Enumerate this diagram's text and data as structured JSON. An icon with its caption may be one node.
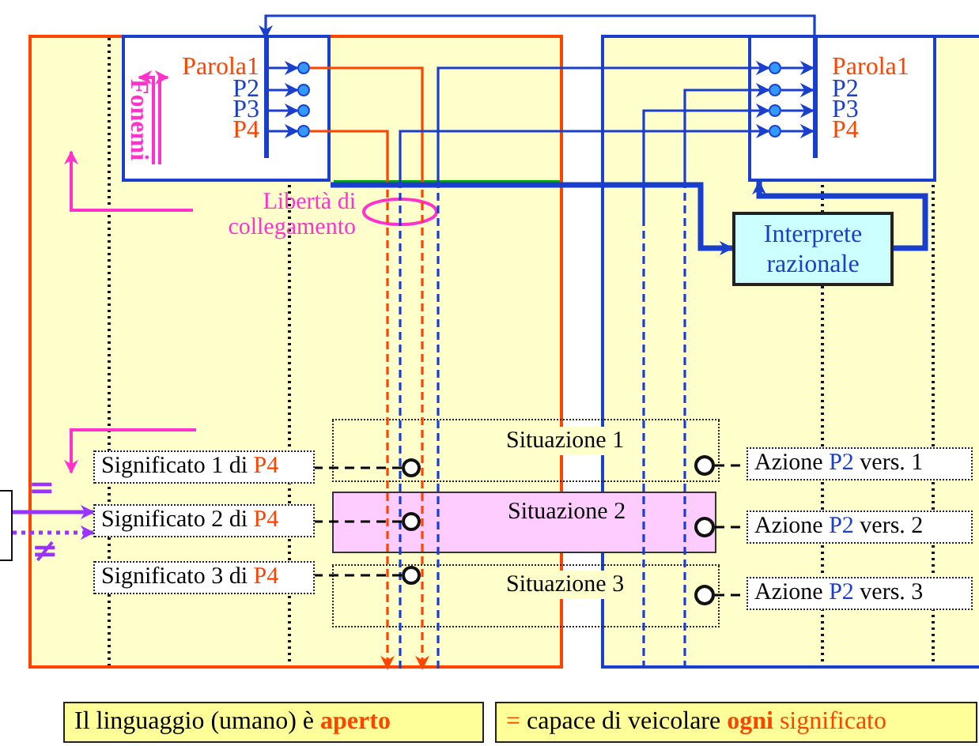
{
  "diagram": {
    "nodes": [
      {
        "text": [],
        "shape": "box"
      },
      {
        "text": [],
        "shape": "box"
      },
      {
        "text": [],
        "shape": "box",
        "in": 0
      },
      {
        "text": [
          "Parola1"
        ],
        "in": 2
      },
      {
        "text": [
          "P2"
        ],
        "in": 2
      },
      {
        "text": [
          "P3"
        ],
        "in": 2
      },
      {
        "text": [
          "P4"
        ],
        "in": 2
      },
      {
        "text": [],
        "shape": "box",
        "in": 1
      },
      {
        "text": [
          "Parola1"
        ],
        "in": 7
      },
      {
        "text": [
          "P2"
        ],
        "in": 7
      },
      {
        "text": [
          "P3"
        ],
        "in": 7
      },
      {
        "text": [
          "P4"
        ],
        "in": 7
      },
      {
        "text": [
          "Interprete razionale"
        ],
        "in": 1
      },
      {
        "text": [
          "Situazione 1"
        ]
      },
      {
        "text": [
          "Significato 1 di",
          "P4"
        ],
        "in": 0
      },
      {
        "text": [],
        "shape": "circle",
        "in": 0
      },
      {
        "text": [],
        "shape": "circle",
        "in": 1
      },
      {
        "text": [
          "Azione",
          "P2",
          "vers. 1"
        ],
        "in": 1
      },
      {
        "text": [
          "Situazione 2"
        ]
      },
      {
        "text": [
          "Significato 2 di",
          "P4"
        ],
        "in": 0
      },
      {
        "text": [],
        "shape": "circle",
        "in": 0
      },
      {
        "text": [],
        "shape": "circle",
        "in": 1
      },
      {
        "text": [
          "Azione",
          "P2",
          "vers. 2"
        ],
        "in": 1
      },
      {
        "text": [
          "Situazione 3"
        ]
      },
      {
        "text": [
          "Significato 3 di",
          "P4"
        ],
        "in": 0
      },
      {
        "text": [],
        "shape": "circle",
        "in": 0
      },
      {
        "text": [],
        "shape": "circle",
        "in": 1
      },
      {
        "text": [
          "Azione",
          "P2",
          "vers. 3"
        ],
        "in": 1
      },
      {
        "text": [],
        "shape": "box"
      },
      {
        "text": [
          "Il linguaggio (umano) è",
          "aperto"
        ]
      },
      {
        "text": [
          "=",
          "capace di veicolare",
          "ogni",
          "significato"
        ]
      },
      {
        "text": [],
        "shape": "bar",
        "in": 2
      },
      {
        "text": [],
        "shape": "circle",
        "in": 2
      },
      {
        "text": [],
        "shape": "circle",
        "in": 2
      },
      {
        "text": [],
        "shape": "circle",
        "in": 2
      },
      {
        "text": [],
        "shape": "circle",
        "in": 2
      },
      {
        "text": [],
        "shape": "bar",
        "in": 7
      },
      {
        "text": [],
        "shape": "circle",
        "in": 7
      },
      {
        "text": [],
        "shape": "circle",
        "in": 7
      },
      {
        "text": [],
        "shape": "circle",
        "in": 7
      },
      {
        "text": [],
        "shape": "circle",
        "in": 7
      }
    ],
    "edges": [
      {
        "from": 36,
        "to": 31,
        "arrow": "to"
      },
      {
        "from": 31,
        "to": 32,
        "arrow": "to"
      },
      {
        "from": 31,
        "to": 33,
        "arrow": "to"
      },
      {
        "from": 31,
        "to": 34,
        "arrow": "to"
      },
      {
        "from": 31,
        "to": 35,
        "arrow": "to"
      },
      {
        "from": 32,
        "to": 0,
        "arrow": "to",
        "style": "dashed",
        "color": "#ff4400"
      },
      {
        "from": 35,
        "to": 0,
        "arrow": "to",
        "style": "dashed",
        "color": "#ff4400"
      },
      {
        "from": 0,
        "to": 37,
        "arrow": "to",
        "style": "dashed"
      },
      {
        "from": 0,
        "to": 40,
        "arrow": "to",
        "style": "dashed"
      },
      {
        "from": 1,
        "to": 38,
        "arrow": "to",
        "style": "dashed"
      },
      {
        "from": 1,
        "to": 39,
        "arrow": "to",
        "style": "dashed"
      },
      {
        "from": 37,
        "to": 36,
        "arrow": "to"
      },
      {
        "from": 38,
        "to": 36,
        "arrow": "to"
      },
      {
        "from": 39,
        "to": 36,
        "arrow": "to"
      },
      {
        "from": 40,
        "to": 36,
        "arrow": "to"
      },
      {
        "from": 2,
        "to": 12,
        "arrow": "to",
        "style": "thick"
      },
      {
        "from": 12,
        "to": 7,
        "arrow": "to",
        "style": "thick"
      },
      {
        "from": 15,
        "to": 14,
        "arrow": "none",
        "style": "dashed",
        "color": "#000000"
      },
      {
        "from": 20,
        "to": 19,
        "arrow": "none",
        "style": "dashed",
        "color": "#000000"
      },
      {
        "from": 25,
        "to": 24,
        "arrow": "none",
        "style": "dashed",
        "color": "#000000"
      },
      {
        "from": 16,
        "to": 17,
        "arrow": "none",
        "style": "dashed",
        "color": "#000000"
      },
      {
        "from": 21,
        "to": 22,
        "arrow": "none",
        "style": "dashed",
        "color": "#000000"
      },
      {
        "from": 26,
        "to": 27,
        "arrow": "none",
        "style": "dashed",
        "color": "#000000"
      },
      {
        "from": 28,
        "to": 19,
        "arrow": "to",
        "label": "=",
        "color": "#9933ff"
      },
      {
        "from": 28,
        "to": 19,
        "arrow": "to",
        "label": "≠",
        "style": "dashed",
        "color": "#9933ff"
      }
    ],
    "labels": [
      "Fonemi",
      "Libertà di collegamento"
    ]
  }
}
